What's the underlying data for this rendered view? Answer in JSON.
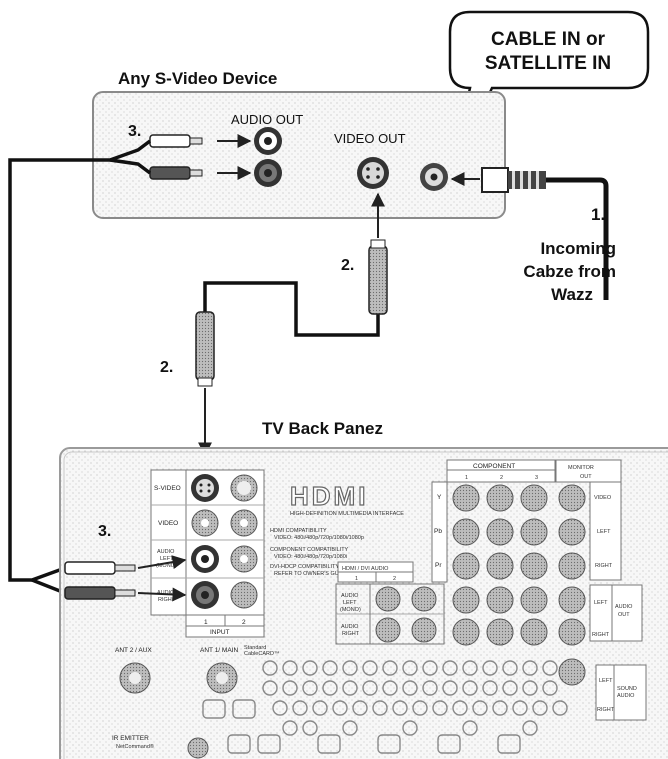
{
  "callout": {
    "line1": "CABLE IN or",
    "line2": "SATELLITE IN"
  },
  "device": {
    "title": "Any S-Video Device",
    "audio_out": "AUDIO OUT",
    "video_out": "VIDEO OUT"
  },
  "steps": {
    "step1": "1.",
    "incoming1": "Incoming",
    "incoming2": "Cabze from",
    "incoming3": "Wazz",
    "step2a": "2.",
    "step2b": "2.",
    "step3a": "3.",
    "step3b": "3."
  },
  "tv": {
    "title": "TV Back Panez",
    "svideo": "S-VIDEO",
    "video": "VIDEO",
    "audio_left_mono_1": "AUDIO",
    "audio_left_mono_2": "LEFT",
    "audio_left_mono_3": "(MONO)",
    "audio_right_1": "AUDIO",
    "audio_right_2": "RIGHT",
    "input": "INPUT",
    "input_1": "1",
    "input_2": "2",
    "hdmi_logo": "HDMI",
    "hdmi_tagline": "HIGH-DEFINITION MULTIMEDIA INTERFACE",
    "hdmi_compat_1": "HDMI COMPATIBILITY",
    "hdmi_compat_2": "VIDEO: 480i/480p/720p/1080i/1080p",
    "comp_compat_1": "COMPONENT COMPATIBILITY",
    "comp_compat_2": "VIDEO: 480i/480p/720p/1080i",
    "dvi_1": "DVI-HDCP COMPATIBILITY",
    "dvi_2": "REFER TO OWNER'S GUIDE",
    "hdmi_dvi_audio": "HDMI / DVI AUDIO",
    "hdmi_1": "1",
    "hdmi_2": "2",
    "audio_left_mono_b1": "AUDIO",
    "audio_left_mono_b2": "LEFT",
    "audio_left_mono_b3": "(MONO)",
    "audio_right_b1": "AUDIO",
    "audio_right_b2": "RIGHT",
    "component": "COMPONENT",
    "comp_1": "1",
    "comp_2": "2",
    "comp_3": "3",
    "y": "Y",
    "pb": "Pb",
    "pr": "Pr",
    "monitor_out_1": "MONITOR",
    "monitor_out_2": "OUT",
    "mon_video": "VIDEO",
    "mon_left": "LEFT",
    "mon_right": "RIGHT",
    "mon_left2": "LEFT",
    "mon_right2": "RIGHT",
    "audio_out_1": "AUDIO",
    "audio_out_2": "OUT",
    "ant2": "ANT 2 / AUX",
    "ant1": "ANT 1/ MAIN",
    "ant1_small_1": "Standard",
    "ant1_small_2": "CableCARD™",
    "left_s": "LEFT",
    "right_s": "RIGHT",
    "sound_1": "SOUND",
    "sound_2": "AUDIO",
    "ir_1": "IR EMITTER",
    "ir_2": "NetCommand®"
  }
}
